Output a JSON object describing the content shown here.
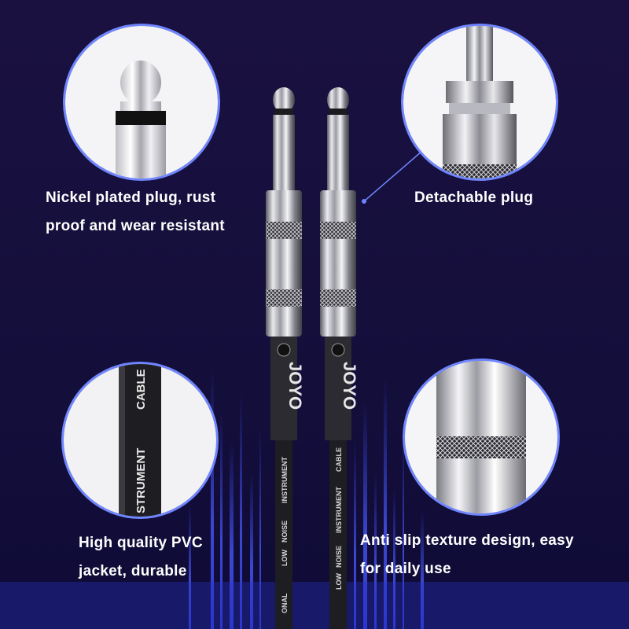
{
  "features": {
    "top_left": {
      "line1": "Nickel plated plug, rust",
      "line2": "proof and wear resistant"
    },
    "top_right": {
      "line1": "Detachable plug"
    },
    "bottom_left": {
      "line1": "High quality PVC",
      "line2": "jacket, durable"
    },
    "bottom_right": {
      "line1": "Anti slip texture design, easy",
      "line2": "for daily use"
    }
  },
  "cable_print": {
    "brand": "JOYO",
    "label_cable": "CABLE",
    "label_instrument": "INSTRUMENT",
    "label_low": "LOW",
    "label_noise": "NOISE",
    "label_onal": "ONAL",
    "closeup_cable": "CABLE",
    "closeup_instrument": "STRUMENT"
  },
  "colors": {
    "background": "#140e3a",
    "accent_blue": "#5a6cff",
    "ring": "#6f86ff"
  }
}
